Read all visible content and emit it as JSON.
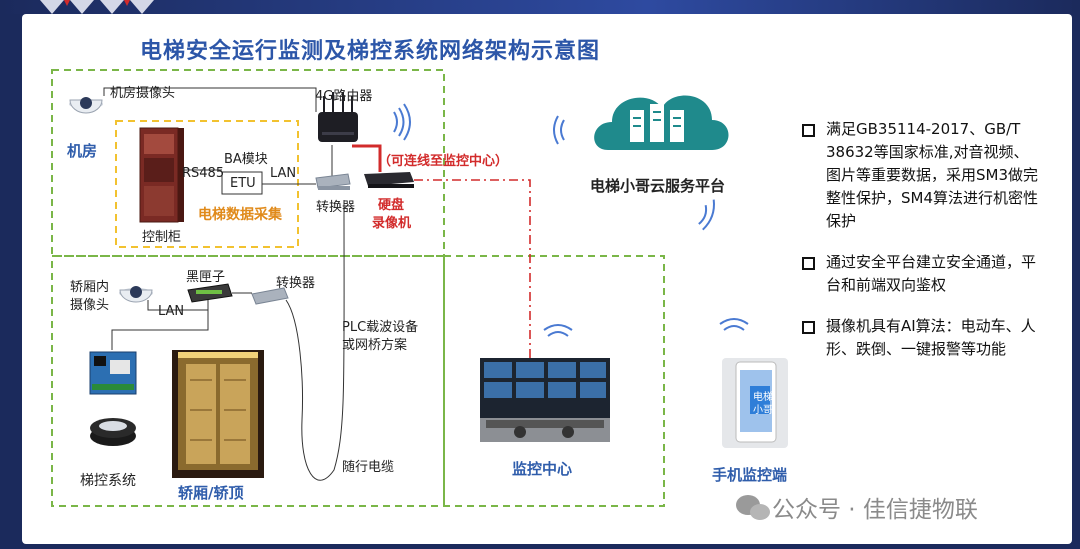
{
  "title": "电梯安全运行监测及梯控系统网络架构示意图",
  "machine_room": {
    "camera_label": "机房摄像头",
    "router_label": "4G路由器",
    "room_label": "机房",
    "ba_module_label": "BA模块",
    "rs485_label": "RS485",
    "etu_label": "ETU",
    "lan_label": "LAN",
    "converter_label": "转换器",
    "dvr_label_line1": "硬盘",
    "dvr_label_line2": "录像机",
    "collect_label": "电梯数据采集",
    "cabinet_label": "控制柜",
    "monitor_link_label": "（可连线至监控中心）"
  },
  "cloud": {
    "label": "电梯小哥云服务平台"
  },
  "car": {
    "camera_label_line1": "轿厢内",
    "camera_label_line2": "摄像头",
    "blackbox_label": "黑匣子",
    "converter_label": "转换器",
    "lan_label": "LAN",
    "plc_label_line1": "PLC载波设备",
    "plc_label_line2": "或网桥方案",
    "cable_label": "随行电缆",
    "elevator_control_label": "梯控系统",
    "car_label": "轿厢/轿顶"
  },
  "monitor_center": {
    "label": "监控中心"
  },
  "mobile": {
    "label": "手机监控端",
    "app_text_line1": "电梯",
    "app_text_line2": "小哥"
  },
  "bullets": [
    "满足GB35114-2017、GB/T 38632等国家标准,对音视频、图片等重要数据，采用SM3做完整性保护，SM4算法进行机密性保护",
    "通过安全平台建立安全通道，平台和前端双向鉴权",
    "摄像机具有AI算法：电动车、人形、跌倒、一键报警等功能"
  ],
  "watermark": "公众号 · 佳信捷物联",
  "colors": {
    "title_blue": "#2c56a8",
    "dashed_green": "#7ab648",
    "dashed_yellow": "#f2c230",
    "link_red": "#d22b2b",
    "frame_navy": "#1b2a5c"
  },
  "icons": [
    "dome-camera-icon",
    "router-icon",
    "converter-icon",
    "dvr-icon",
    "cloud-server-icon",
    "wifi-icon",
    "phone-icon",
    "control-cabinet-icon",
    "controller-board-icon",
    "card-reader-icon",
    "elevator-car-icon",
    "monitor-wall-icon",
    "wechat-icon"
  ]
}
